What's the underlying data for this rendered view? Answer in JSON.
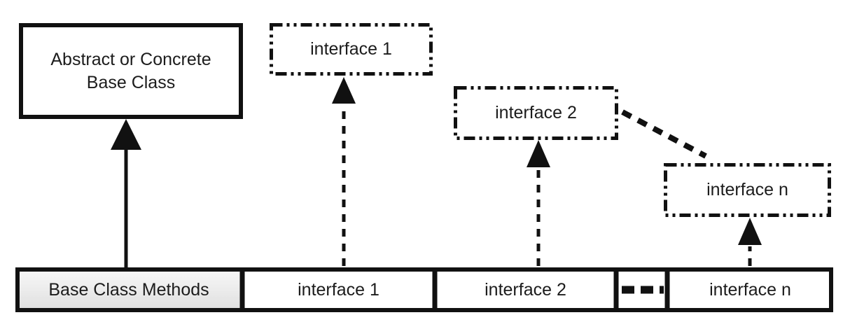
{
  "diagram": {
    "base_class_box": {
      "lines": [
        "Abstract or Concrete",
        "Base Class"
      ]
    },
    "interface_boxes": [
      {
        "label": "interface 1"
      },
      {
        "label": "interface 2"
      },
      {
        "label": "interface n"
      }
    ],
    "bottom_bar": {
      "segments": [
        {
          "type": "methods",
          "label": "Base Class Methods"
        },
        {
          "type": "interface",
          "label": "interface 1"
        },
        {
          "type": "interface",
          "label": "interface 2"
        },
        {
          "type": "ellipsis",
          "icon": "dashed-ellipsis-icon"
        },
        {
          "type": "interface",
          "label": "interface n"
        }
      ]
    },
    "colors": {
      "line": "#111111",
      "background": "#ffffff",
      "text": "#1c1c1c",
      "methods_segment_fill_top": "#f6f6f6",
      "methods_segment_fill_bottom": "#e0e0e0"
    }
  }
}
